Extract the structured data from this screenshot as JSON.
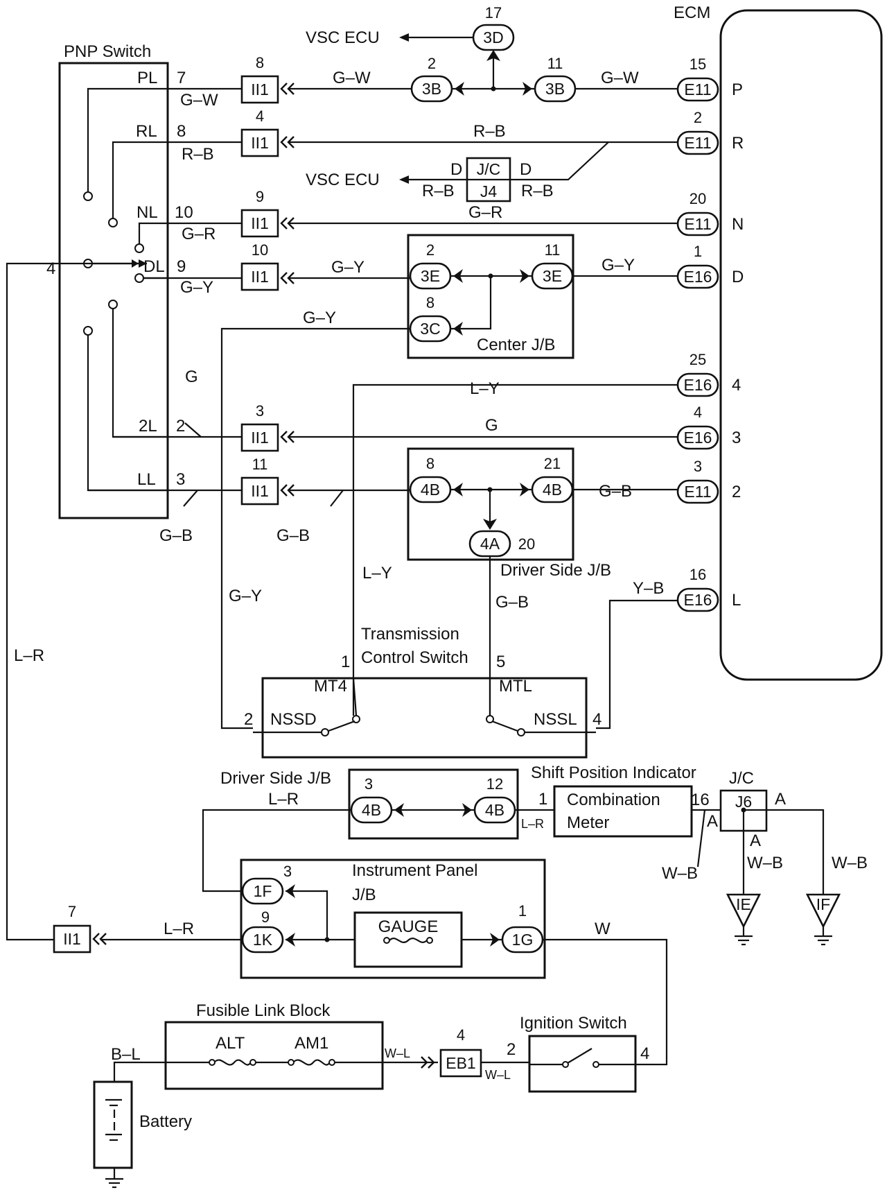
{
  "components": {
    "ecm": "ECM",
    "pnp_switch": "PNP Switch",
    "vsc_ecu_1": "VSC ECU",
    "vsc_ecu_2": "VSC ECU",
    "center_jb": "Center J/B",
    "driver_jb_1": "Driver Side J/B",
    "driver_jb_2": "Driver Side J/B",
    "tcs_1": "Transmission",
    "tcs_2": "Control Switch",
    "shift_indicator": "Shift Position Indicator",
    "comb_meter_1": "Combination",
    "comb_meter_2": "Meter",
    "jc": "J/C",
    "ipjb_1": "Instrument  Panel",
    "ipjb_2": "J/B",
    "gauge": "GAUGE",
    "fusible_block": "Fusible Link Block",
    "alt": "ALT",
    "am1": "AM1",
    "ignition": "Ignition Switch",
    "battery": "Battery"
  },
  "ecm_terminals": [
    {
      "code": "E11",
      "pin": "15",
      "name": "P"
    },
    {
      "code": "E11",
      "pin": "2",
      "name": "R"
    },
    {
      "code": "E11",
      "pin": "20",
      "name": "N"
    },
    {
      "code": "E16",
      "pin": "1",
      "name": "D"
    },
    {
      "code": "E16",
      "pin": "25",
      "name": "4"
    },
    {
      "code": "E16",
      "pin": "4",
      "name": "3"
    },
    {
      "code": "E11",
      "pin": "3",
      "name": "2"
    },
    {
      "code": "E16",
      "pin": "16",
      "name": "L"
    }
  ],
  "pnp": [
    {
      "name": "PL",
      "pin": "7",
      "wire": "G–W"
    },
    {
      "name": "RL",
      "pin": "8",
      "wire": "R–B"
    },
    {
      "name": "NL",
      "pin": "10",
      "wire": "G–R"
    },
    {
      "name": "DL",
      "pin": "9",
      "wire": "G–Y"
    },
    {
      "name": "2L",
      "pin": "2",
      "wire": "G"
    },
    {
      "name": "LL",
      "pin": "3",
      "wire": "G–B"
    }
  ],
  "ii1": [
    {
      "code": "II1",
      "pin": "8"
    },
    {
      "code": "II1",
      "pin": "4"
    },
    {
      "code": "II1",
      "pin": "9"
    },
    {
      "code": "II1",
      "pin": "10"
    },
    {
      "code": "II1",
      "pin": "3"
    },
    {
      "code": "II1",
      "pin": "11"
    },
    {
      "code": "II1",
      "pin": "7"
    }
  ],
  "wires": {
    "gw_1": "G–W",
    "gw_2": "G–W",
    "rb_top": "R–B",
    "rb_l": "R–B",
    "rb_r": "R–B",
    "gr": "G–R",
    "gy_1": "G–Y",
    "gy_2": "G–Y",
    "gy_3c": "G–Y",
    "gy_left": "G–Y",
    "ly_1": "L–Y",
    "ly_2": "L–Y",
    "g_1": "G",
    "g_2": "G",
    "gb_1": "G–B",
    "gb_2": "G–B",
    "gb_3": "G–B",
    "gb_4": "G–B",
    "yb": "Y–B",
    "lr_left": "L–R",
    "lr_jb": "L–R",
    "lr_meter": "L–R",
    "lr_bottom": "L–R",
    "wb_1": "W–B",
    "wb_2": "W–B",
    "wb_3": "W–B",
    "w": "W",
    "bl": "B–L",
    "wl_1": "W–L",
    "wl_2": "W–L"
  },
  "connectors": {
    "c3d": {
      "code": "3D",
      "pin": "17"
    },
    "c3b_l": {
      "code": "3B",
      "pin": "2"
    },
    "c3b_r": {
      "code": "3B",
      "pin": "11"
    },
    "jc_j4": {
      "top": "J/C",
      "bot": "J4",
      "pin_l": "D",
      "pin_r": "D"
    },
    "c3e_l": {
      "code": "3E",
      "pin": "2"
    },
    "c3e_r": {
      "code": "3E",
      "pin": "11"
    },
    "c3c": {
      "code": "3C",
      "pin": "8"
    },
    "c4b_l": {
      "code": "4B",
      "pin": "8"
    },
    "c4b_r": {
      "code": "4B",
      "pin": "21"
    },
    "c4a": {
      "code": "4A",
      "pin": "20"
    },
    "c4b2_l": {
      "code": "4B",
      "pin": "3"
    },
    "c4b2_r": {
      "code": "4B",
      "pin": "12"
    },
    "c1f": {
      "code": "1F",
      "pin": "3"
    },
    "c1k": {
      "code": "1K",
      "pin": "9"
    },
    "c1g": {
      "code": "1G",
      "pin": "1"
    },
    "eb1": {
      "code": "EB1",
      "pin": "4"
    },
    "j6": {
      "code": "J6",
      "pin_a1": "A",
      "pin_a2": "A",
      "pin_a3": "A"
    },
    "ie": "IE",
    "if": "IF"
  },
  "pins": {
    "pnp_4": "4",
    "tcs_1": "1",
    "tcs_5": "5",
    "tcs_2": "2",
    "tcs_4": "4",
    "mt4": "MT4",
    "mtl": "MTL",
    "nssd": "NSSD",
    "nssl": "NSSL",
    "meter_1": "1",
    "meter_16": "16",
    "ign_2": "2",
    "ign_4": "4"
  }
}
